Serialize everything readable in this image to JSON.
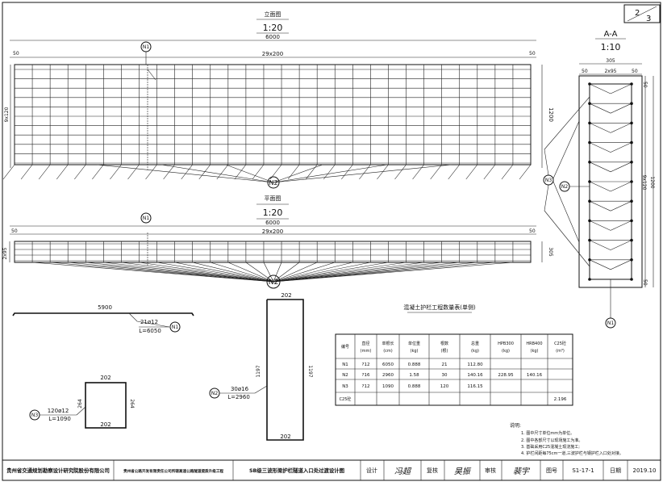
{
  "sheet": {
    "num": "2",
    "total": "3"
  },
  "elevation": {
    "title": "立面图",
    "scale": "1:20",
    "total": "6000",
    "left_dim": "50",
    "mid_dim": "29x200",
    "right_dim": "50",
    "left_vert": "9x120",
    "right_vert": "1200",
    "n1": "N1",
    "n2": "N2"
  },
  "plan": {
    "title": "平面图",
    "scale": "1:20",
    "total": "6000",
    "left_dim": "50",
    "mid_dim": "29x200",
    "right_dim": "50",
    "left_vert": "2x95",
    "right_vert": "305",
    "n1": "N1",
    "n2": "N2"
  },
  "section": {
    "title": "A-A",
    "scale": "1:10",
    "width": "305",
    "w_left": "50",
    "w_mid": "2x95",
    "w_right": "50",
    "h_top": "50",
    "h_mid": "9x120",
    "h_total": "1200",
    "h_bot": "50",
    "n1": "N1",
    "n2": "N2",
    "n3": "N3"
  },
  "bars": {
    "n1": {
      "length": "5900",
      "count": "21ø12",
      "L": "L=6050",
      "tag": "N1"
    },
    "n3": {
      "side": "202",
      "height": "264",
      "count": "120ø12",
      "L": "L=1090",
      "tag": "N3"
    },
    "n2": {
      "top": "202",
      "height": "1197",
      "count": "30ø16",
      "L": "L=2960",
      "tag": "N2"
    }
  },
  "table": {
    "title": "混凝土护栏工程数量表(单侧)",
    "headers": [
      "编号",
      "直径(mm)",
      "单根长(cm)",
      "单位重(kg)",
      "根数(根)",
      "总重(kg)",
      "HPB300(kg)",
      "HRB400(kg)",
      "C25砼(m³)"
    ],
    "rows": [
      [
        "N1",
        "?12",
        "6050",
        "0.888",
        "21",
        "112.80"
      ],
      [
        "N2",
        "?16",
        "2960",
        "1.58",
        "30",
        "140.16"
      ],
      [
        "N3",
        "?12",
        "1090",
        "0.888",
        "120",
        "116.15"
      ]
    ],
    "hpb_total": "228.95",
    "hrb_total": "140.16",
    "c25_label": "C25砼",
    "c25_value": "2.196"
  },
  "notes": {
    "title": "说明:",
    "lines": [
      "1. 图中尺寸单位mm为单位。",
      "2. 图中各部尺寸以现场施工为准。",
      "3. 基础采用C25混凝土现浇施工;",
      "4. 护栏间距每75cm一道,三波护栏与钢护栏入口处对接。"
    ]
  },
  "titleblock": {
    "org": "贵州省交通规划勘察设计研究院股份有限公司",
    "project": "贵州省公路开发有限责任公司所辖高速公路隧道提质升级工程",
    "drawing": "SB级三波形梁护栏隧道入口处过渡设计图",
    "design": "设计",
    "design_sig": "冯超",
    "check": "复核",
    "check_sig": "吴振",
    "review": "审核",
    "review_sig": "裴宇",
    "fig": "图号",
    "fig_no": "S1-17-1",
    "date": "日期",
    "date_val": "2019.10"
  }
}
